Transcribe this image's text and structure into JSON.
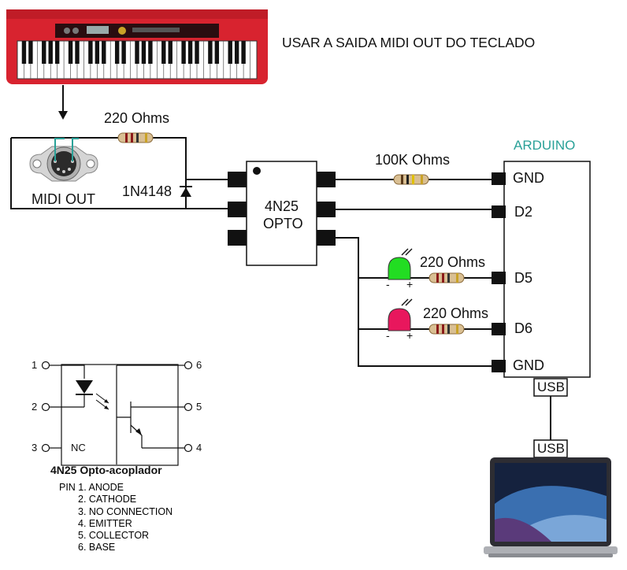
{
  "top_note": "USAR A SAIDA MIDI OUT DO TECLADO",
  "midi": {
    "label": "MIDI OUT",
    "resistor": "220 Ohms",
    "diode": "1N4148"
  },
  "opto": {
    "line1": "4N25",
    "line2": "OPTO",
    "resistor": "100K Ohms"
  },
  "arduino": {
    "title": "ARDUINO",
    "pins": [
      "GND",
      "D2",
      "D5",
      "D6",
      "GND"
    ],
    "usb": "USB"
  },
  "leds": [
    {
      "color": "#22dd22",
      "resistor": "220 Ohms",
      "minus": "-",
      "plus": "+"
    },
    {
      "color": "#e8175d",
      "resistor": "220 Ohms",
      "minus": "-",
      "plus": "+"
    }
  ],
  "laptop": {
    "usb": "USB"
  },
  "pinout": {
    "title": "4N25 Opto-acoplador",
    "pin_numbers": [
      "1",
      "2",
      "3",
      "4",
      "5",
      "6"
    ],
    "nc": "NC",
    "list": [
      "PIN 1. ANODE",
      "2. CATHODE",
      "3. NO CONNECTION",
      "4. EMITTER",
      "5. COLLECTOR",
      "6. BASE"
    ]
  },
  "colors": {
    "keyboard_red": "#d8232f",
    "arduino_title": "#2aa198",
    "pin_pad": "#111111"
  }
}
